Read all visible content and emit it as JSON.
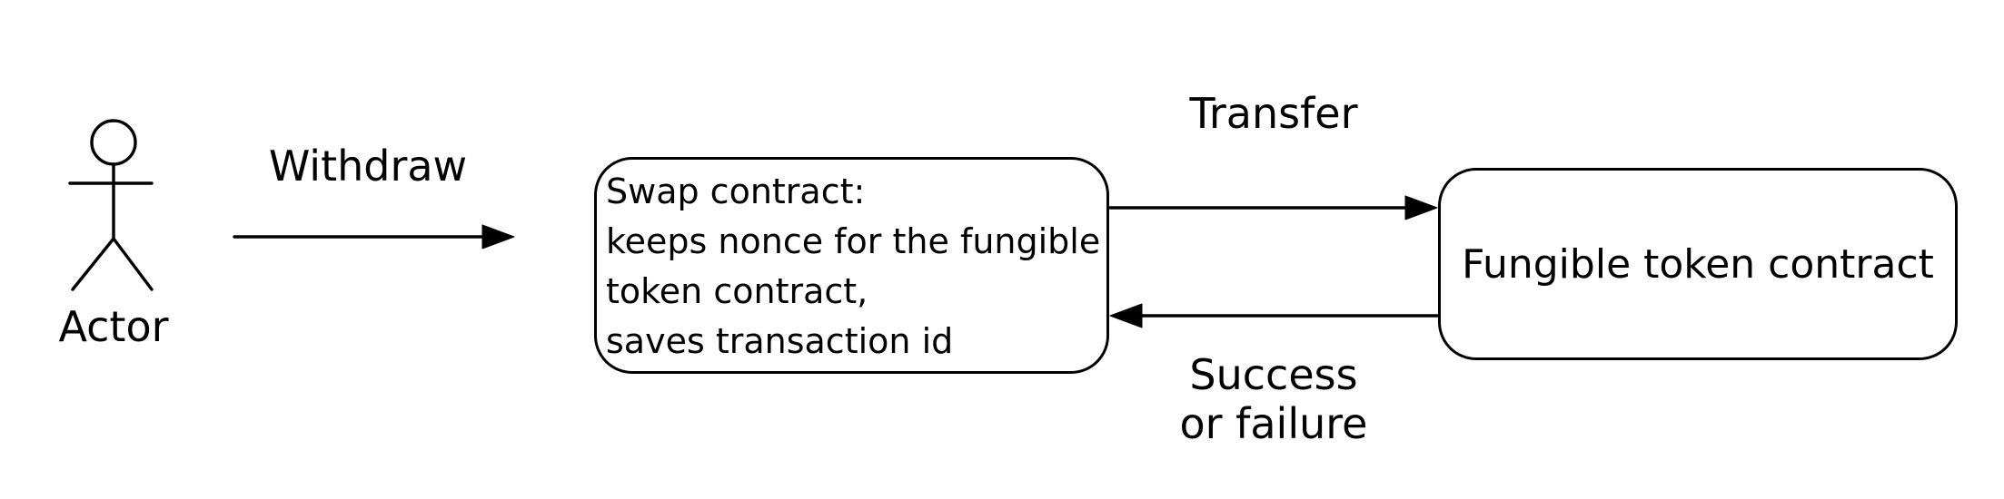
{
  "canvas": {
    "background": "#ffffff",
    "ink": "#000000"
  },
  "actor": {
    "label": "Actor"
  },
  "arrows": {
    "withdraw": {
      "label": "Withdraw",
      "direction": "actor-to-swap-contract"
    },
    "transfer": {
      "label": "Transfer",
      "direction": "swap-contract-to-fungible-token-contract"
    },
    "response": {
      "label": "Success\nor failure",
      "direction": "fungible-token-contract-to-swap-contract"
    }
  },
  "nodes": {
    "swap_contract": {
      "lines": [
        "Swap contract:",
        "keeps nonce for the fungible",
        "token contract,",
        "saves transaction id"
      ]
    },
    "fungible_token_contract": {
      "label": "Fungible token contract"
    }
  }
}
